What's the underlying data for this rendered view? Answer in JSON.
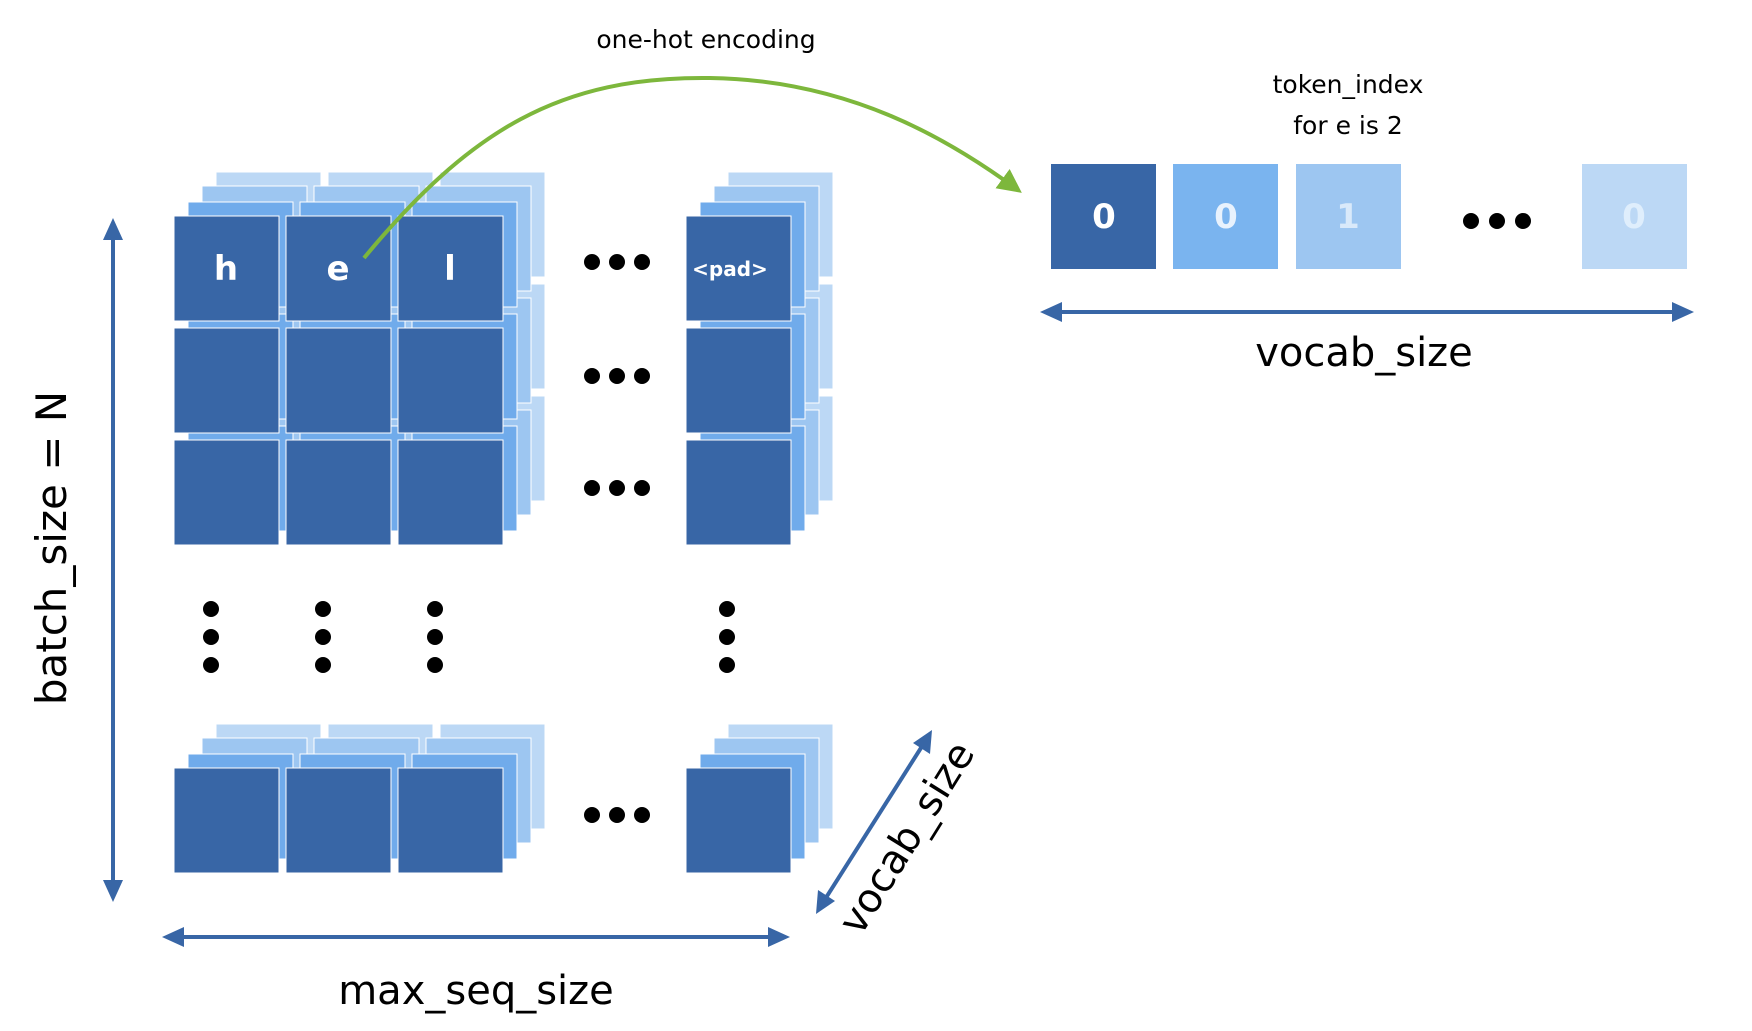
{
  "colors": {
    "front": "#3866a6",
    "layer_mid": "#70abeb",
    "layer_light": "#9dc6f1",
    "layer_lightest": "#bcd8f5",
    "axis": "#3866a6",
    "arrow": "#7db73c",
    "dot": "#000000"
  },
  "annotation": {
    "arrow_label": "one-hot encoding",
    "token_index_line1": "token_index",
    "token_index_line2": "for e is 2"
  },
  "tensor": {
    "first_row_labels": [
      "h",
      "e",
      "l",
      "<pad>"
    ]
  },
  "one_hot_vector": {
    "values": [
      "0",
      "0",
      "1",
      "0"
    ],
    "vocab_label": "vocab_size"
  },
  "axes": {
    "batch_label": "batch_size = N",
    "seq_label": "max_seq_size",
    "depth_label": "vocab_size"
  }
}
